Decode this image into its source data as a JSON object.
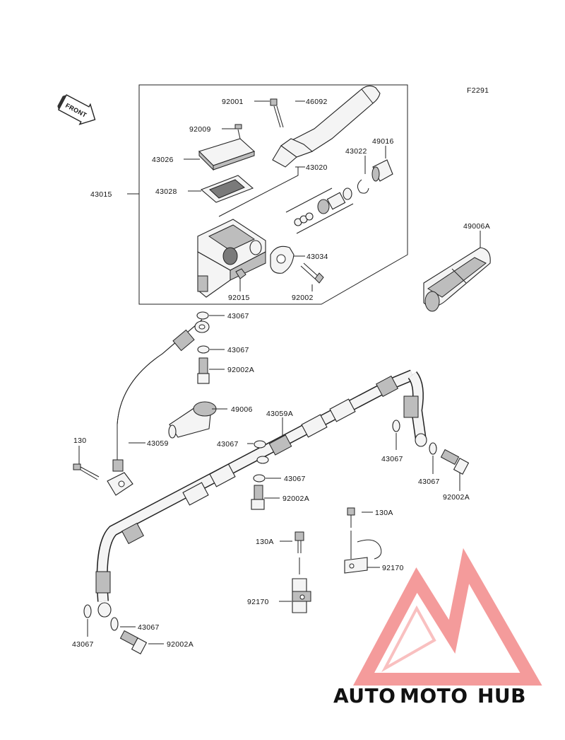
{
  "figure_code": "F2291",
  "front_label": "FRONT",
  "watermark": {
    "part1": "AUTO",
    "part2": "MOTO",
    "part3": "HUB",
    "color1": "#f5b860",
    "color2": "#ef6f6f",
    "color3": "#555555"
  },
  "labels": {
    "p92001": "92001",
    "p46092": "46092",
    "p92009": "92009",
    "p49016": "49016",
    "p43022": "43022",
    "p43026": "43026",
    "p43020": "43020",
    "p43015": "43015",
    "p43028": "43028",
    "p49006A": "49006A",
    "p43034": "43034",
    "p92015": "92015",
    "p92002": "92002",
    "p43067_a": "43067",
    "p43067_b": "43067",
    "p92002A_a": "92002A",
    "p49006": "49006",
    "p43059A": "43059A",
    "p130": "130",
    "p43059": "43059",
    "p43067_c": "43067",
    "p43067_d": "43067",
    "p43067_e": "43067",
    "p43067_f": "43067",
    "p92002A_b": "92002A",
    "p92002A_c": "92002A",
    "p130A_a": "130A",
    "p130A_b": "130A",
    "p92170_a": "92170",
    "p92170_b": "92170",
    "p43067_g": "43067",
    "p43067_h": "43067",
    "p92002A_d": "92002A"
  }
}
